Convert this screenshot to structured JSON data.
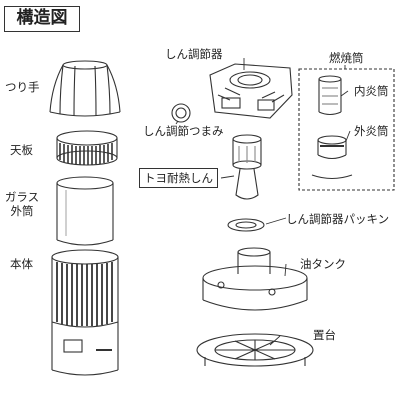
{
  "diagram": {
    "title": "構造図",
    "labels": {
      "handle": "つり手",
      "top_plate": "天板",
      "glass_line1": "ガラス",
      "glass_line2": "外筒",
      "body": "本体",
      "wick_adjuster": "しん調節器",
      "wick_knob": "しん調節つまみ",
      "wick": "トヨ耐熱しん",
      "packing": "しん調節器パッキン",
      "oil_tank": "油タンク",
      "base": "置台",
      "burner": "燃焼筒",
      "inner_flame": "内炎筒",
      "outer_flame": "外炎筒"
    }
  }
}
